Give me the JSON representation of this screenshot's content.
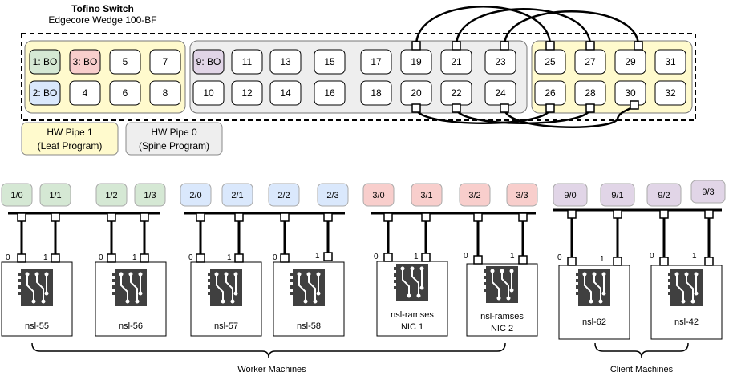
{
  "header": {
    "title": "Tofino Switch",
    "subtitle": "Edgecore Wedge 100-BF"
  },
  "pipes": {
    "leaf": {
      "line1": "HW Pipe 1",
      "line2": "(Leaf Program)",
      "color": "#fffacd"
    },
    "spine": {
      "line1": "HW Pipe 0",
      "line2": "(Spine Program)",
      "color": "#eeeeee"
    }
  },
  "ports": {
    "p1": "1: BO",
    "p2": "2: BO",
    "p3": "3: BO",
    "p4": "4",
    "p5": "5",
    "p6": "6",
    "p7": "7",
    "p8": "8",
    "p9": "9: BO",
    "p10": "10",
    "p11": "11",
    "p12": "12",
    "p13": "13",
    "p14": "14",
    "p15": "15",
    "p16": "16",
    "p17": "17",
    "p18": "18",
    "p19": "19",
    "p20": "20",
    "p21": "21",
    "p22": "22",
    "p23": "23",
    "p24": "24",
    "p25": "25",
    "p26": "26",
    "p27": "27",
    "p28": "28",
    "p29": "29",
    "p30": "30",
    "p31": "31",
    "p32": "32"
  },
  "breakouts": {
    "b1_0": "1/0",
    "b1_1": "1/1",
    "b1_2": "1/2",
    "b1_3": "1/3",
    "b2_0": "2/0",
    "b2_1": "2/1",
    "b2_2": "2/2",
    "b2_3": "2/3",
    "b3_0": "3/0",
    "b3_1": "3/1",
    "b3_2": "3/2",
    "b3_3": "3/3",
    "b9_0": "9/0",
    "b9_1": "9/1",
    "b9_2": "9/2",
    "b9_3": "9/3"
  },
  "nic_port_labels": {
    "zero": "0",
    "one": "1"
  },
  "machines": {
    "m1": {
      "line1": "nsl-55",
      "line2": ""
    },
    "m2": {
      "line1": "nsl-56",
      "line2": ""
    },
    "m3": {
      "line1": "nsl-57",
      "line2": ""
    },
    "m4": {
      "line1": "nsl-58",
      "line2": ""
    },
    "m5": {
      "line1": "nsl-ramses",
      "line2": "NIC 1"
    },
    "m6": {
      "line1": "nsl-ramses",
      "line2": "NIC 2"
    },
    "m7": {
      "line1": "nsl-62",
      "line2": ""
    },
    "m8": {
      "line1": "nsl-42",
      "line2": ""
    }
  },
  "groups": {
    "worker": "Worker Machines",
    "client": "Client Machines"
  },
  "colors": {
    "green": "#d5e8d4",
    "red": "#f8cecc",
    "blue": "#dae8fc",
    "purple": "#e1d5e7"
  }
}
